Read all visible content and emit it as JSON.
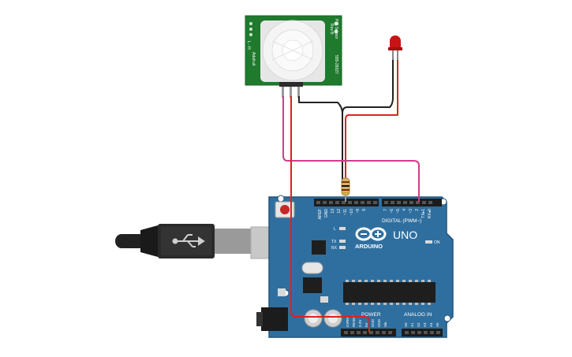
{
  "colors": {
    "board": "#2f6f9f",
    "board_edge": "#24557b",
    "sensor_pcb": "#1f7a2e",
    "wire_red": "#e02020",
    "wire_black": "#222222",
    "wire_magenta": "#d23c8a",
    "led": "#c81414"
  },
  "sensor": {
    "label_left_1": "Adafruit",
    "label_left_2": "L  -  H",
    "label_right_1": "PIR Sensor",
    "label_right_2": "Rev B",
    "label_right_3": "555-28027"
  },
  "arduino": {
    "brand": "ARDUINO",
    "model": "UNO",
    "digital_label": "DIGITAL (PWM~)",
    "power_label": "POWER",
    "analog_label": "ANALOG IN",
    "on_label": "ON",
    "l_label": "L",
    "tx_label": "TX",
    "rx_label": "RX",
    "aref_label": "AREF",
    "gnd_label": "GND",
    "digital_pins": [
      "13",
      "12",
      "~11",
      "~10",
      "~9",
      "8",
      "7",
      "~6",
      "~5",
      "4",
      "~3",
      "2",
      "TX▸1",
      "RX◂0"
    ],
    "power_pins": [
      "IOREF",
      "RESET",
      "3.3V",
      "5V",
      "GND",
      "GND",
      "Vin"
    ],
    "analog_pins": [
      "A0",
      "A1",
      "A2",
      "A3",
      "A4",
      "A5"
    ]
  }
}
